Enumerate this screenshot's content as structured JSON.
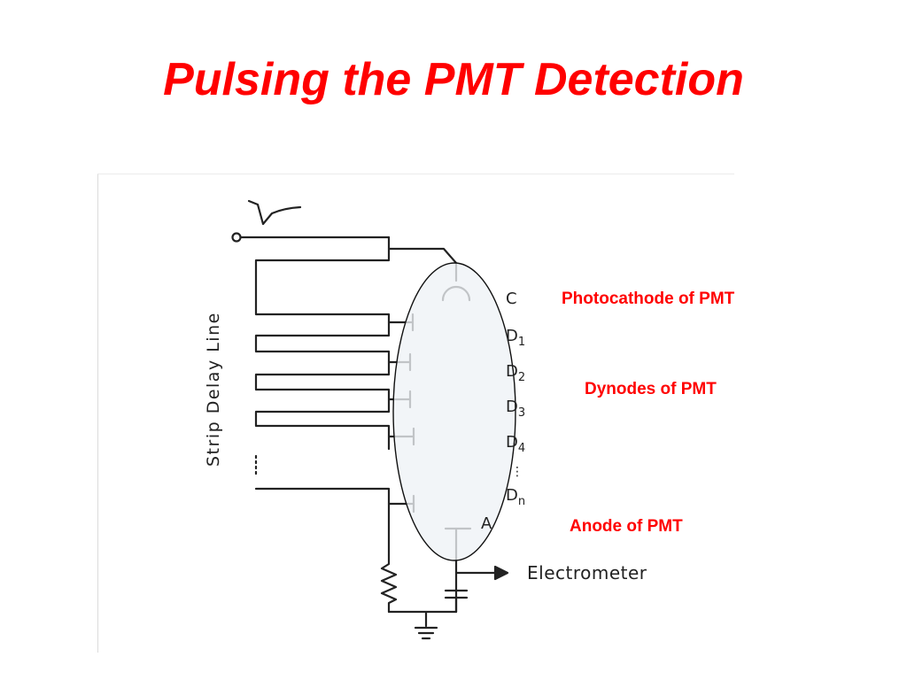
{
  "slide": {
    "title": "Pulsing the PMT Detection",
    "title_color": "#ff0000"
  },
  "diagram": {
    "delay_line_label": "Strip Delay Line",
    "terminal_labels": {
      "cathode": "C",
      "dynode_letter": "D",
      "dynode_subscripts": [
        "1",
        "2",
        "3",
        "4"
      ],
      "last_dynode_subscript": "n",
      "anode": "A",
      "continuation": "⋮"
    },
    "output_label": "Electrometer",
    "ellipse_fill": "#eef2f6"
  },
  "annotations": {
    "color": "#ff0000",
    "photocathode": "Photocathode of PMT",
    "dynodes": "Dynodes of PMT",
    "anode": "Anode of PMT"
  }
}
